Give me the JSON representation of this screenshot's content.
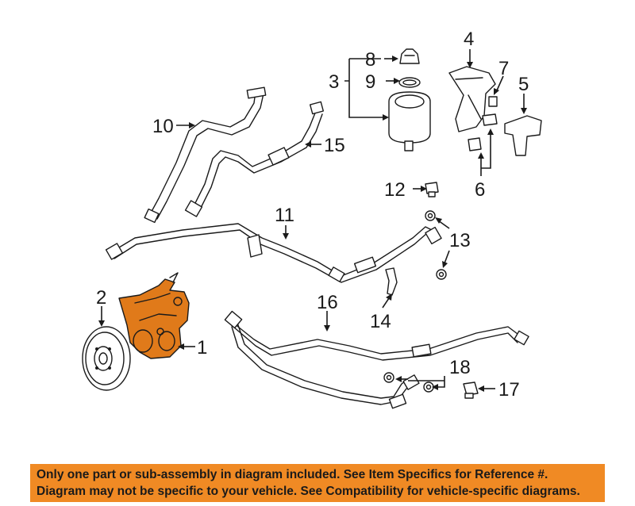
{
  "diagram": {
    "highlight_color": "#e07a1a",
    "callouts": [
      "1",
      "2",
      "3",
      "4",
      "5",
      "6",
      "7",
      "8",
      "9",
      "10",
      "11",
      "12",
      "13",
      "14",
      "15",
      "16",
      "17",
      "18"
    ]
  },
  "banner": {
    "background_color": "#f08a24",
    "line1": "Only one part or sub-assembly in diagram included. See Item Specifics for Reference #.",
    "line2": "Diagram may not be specific to your vehicle. See Compatibility for vehicle-specific diagrams."
  }
}
